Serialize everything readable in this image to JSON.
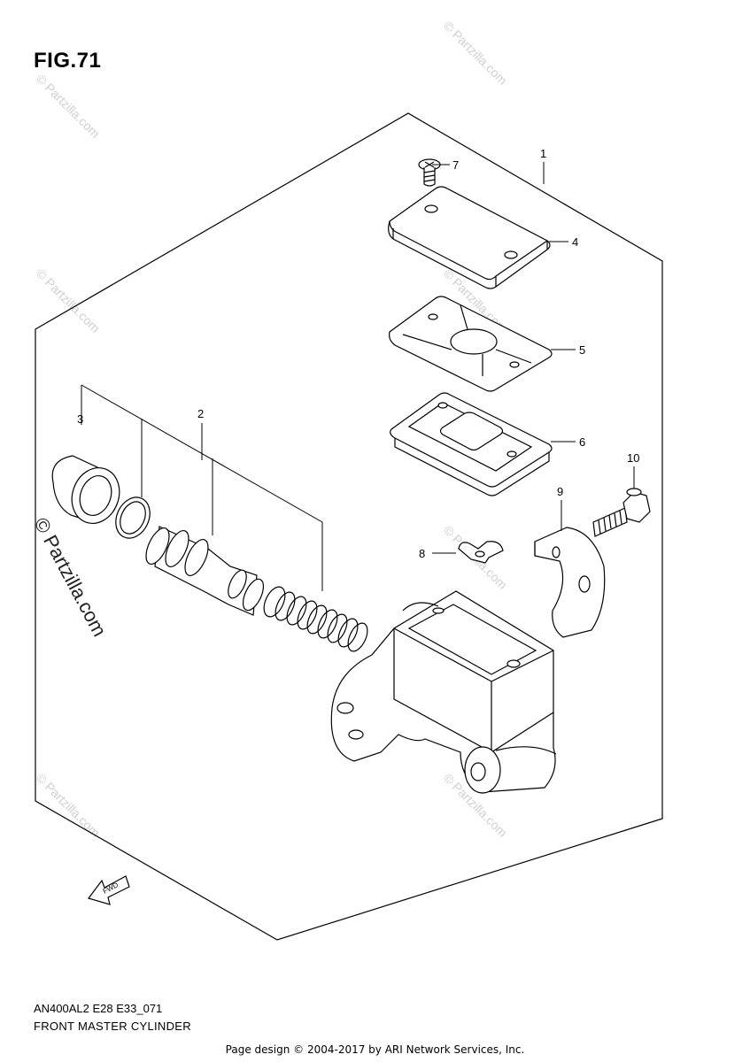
{
  "figure": {
    "title": "FIG.71"
  },
  "callouts": [
    "1",
    "2",
    "3",
    "4",
    "5",
    "6",
    "7",
    "8",
    "9",
    "10"
  ],
  "fwd_arrow_label": "FWD",
  "footer": {
    "diagram_code": "AN400AL2 E28 E33_071",
    "diagram_name": "FRONT MASTER CYLINDER",
    "copyright": "Page design © 2004-2017 by ARI Network Services, Inc."
  },
  "watermark": {
    "text": "© Partzilla.com"
  },
  "colors": {
    "line": "#000000",
    "watermark": "#cfcfcf",
    "background": "#ffffff"
  }
}
